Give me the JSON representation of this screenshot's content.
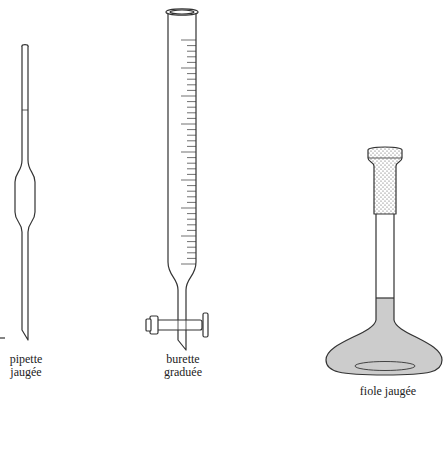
{
  "diagram": {
    "labels": [
      "pipette jaugée",
      "burette graduée",
      "fiole jaugée"
    ]
  }
}
